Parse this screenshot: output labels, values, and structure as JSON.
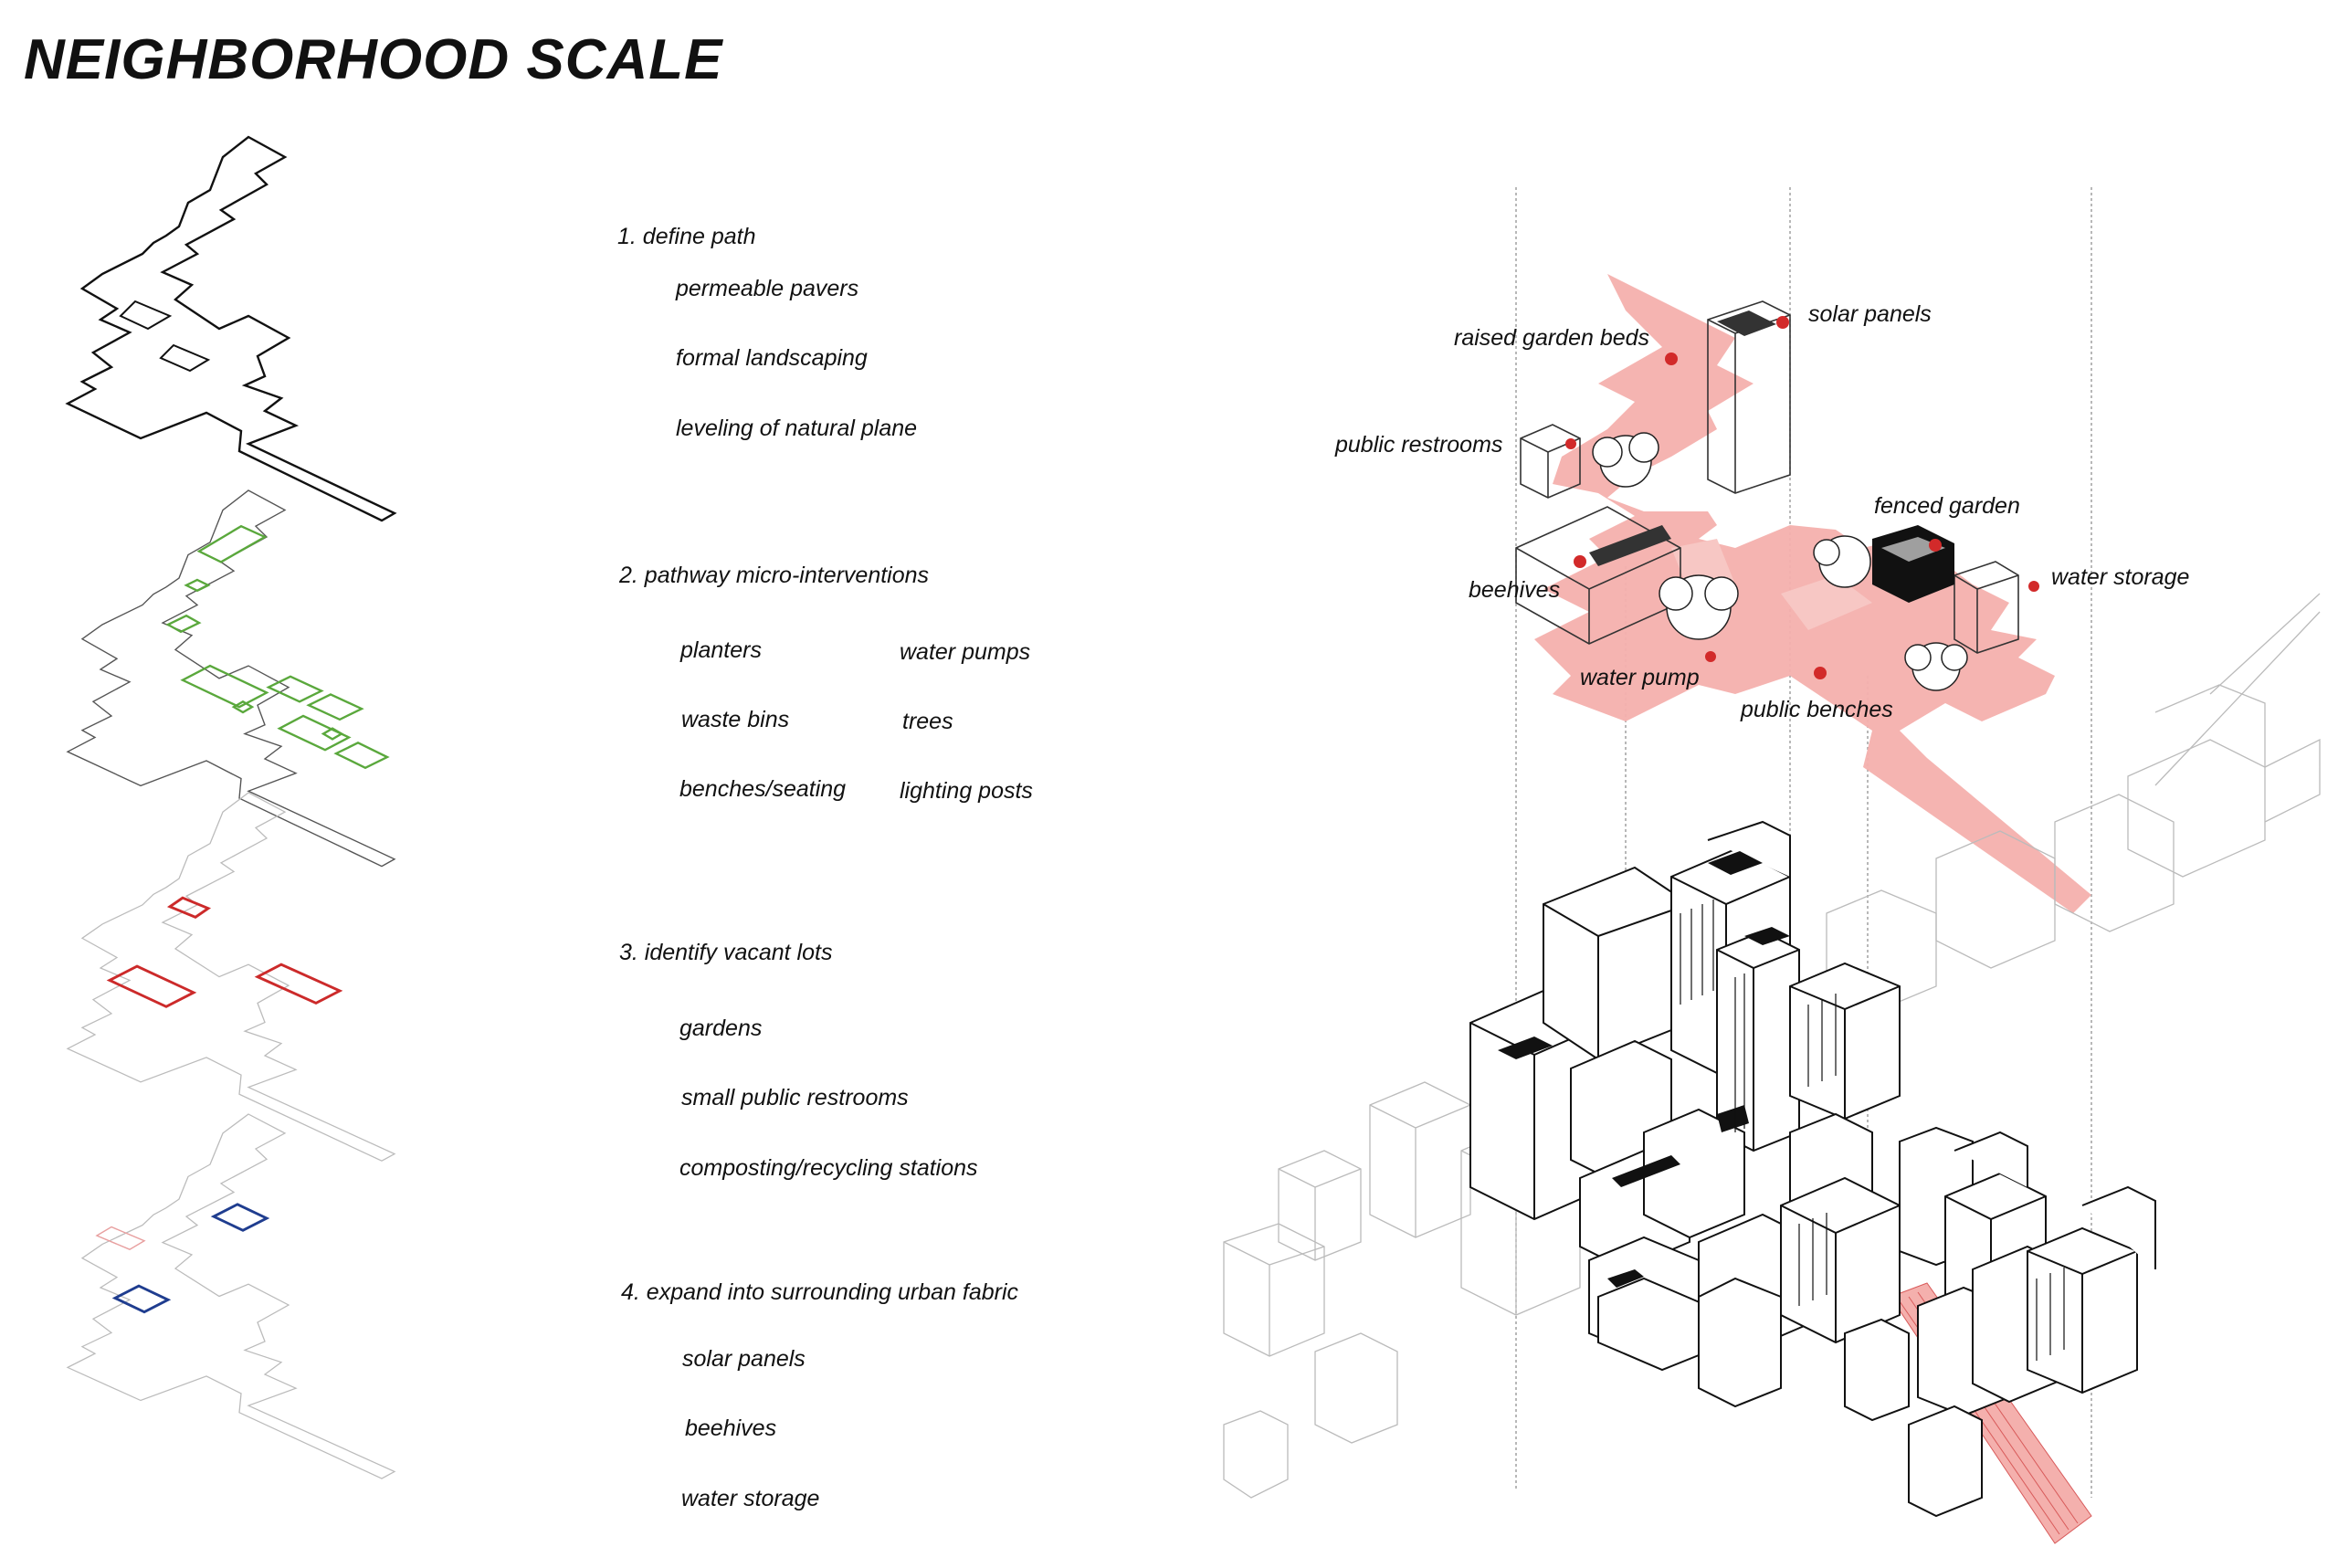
{
  "title": "NEIGHBORHOOD SCALE",
  "steps": [
    {
      "title": "1. define path",
      "items": [
        "permeable pavers",
        "formal landscaping",
        "leveling of natural plane"
      ]
    },
    {
      "title": "2. pathway micro-interventions",
      "items": [
        "planters",
        "waste bins",
        "benches/seating"
      ],
      "items_col2": [
        "water pumps",
        "trees",
        "lighting posts"
      ]
    },
    {
      "title": "3. identify vacant lots",
      "items": [
        "gardens",
        "small public restrooms",
        "composting/recycling stations"
      ]
    },
    {
      "title": "4. expand into surrounding urban fabric",
      "items": [
        "solar panels",
        "beehives",
        "water storage"
      ]
    }
  ],
  "callouts": [
    "solar panels",
    "raised garden beds",
    "public restrooms",
    "fenced garden",
    "water storage",
    "beehives",
    "water pump",
    "public benches"
  ],
  "colors": {
    "path": "#111111",
    "micro": "#5aa83c",
    "vacant": "#cc2a2a",
    "expand": "#1f3d8f",
    "pink": "#f2a6a6",
    "marker": "#d22a2a"
  }
}
